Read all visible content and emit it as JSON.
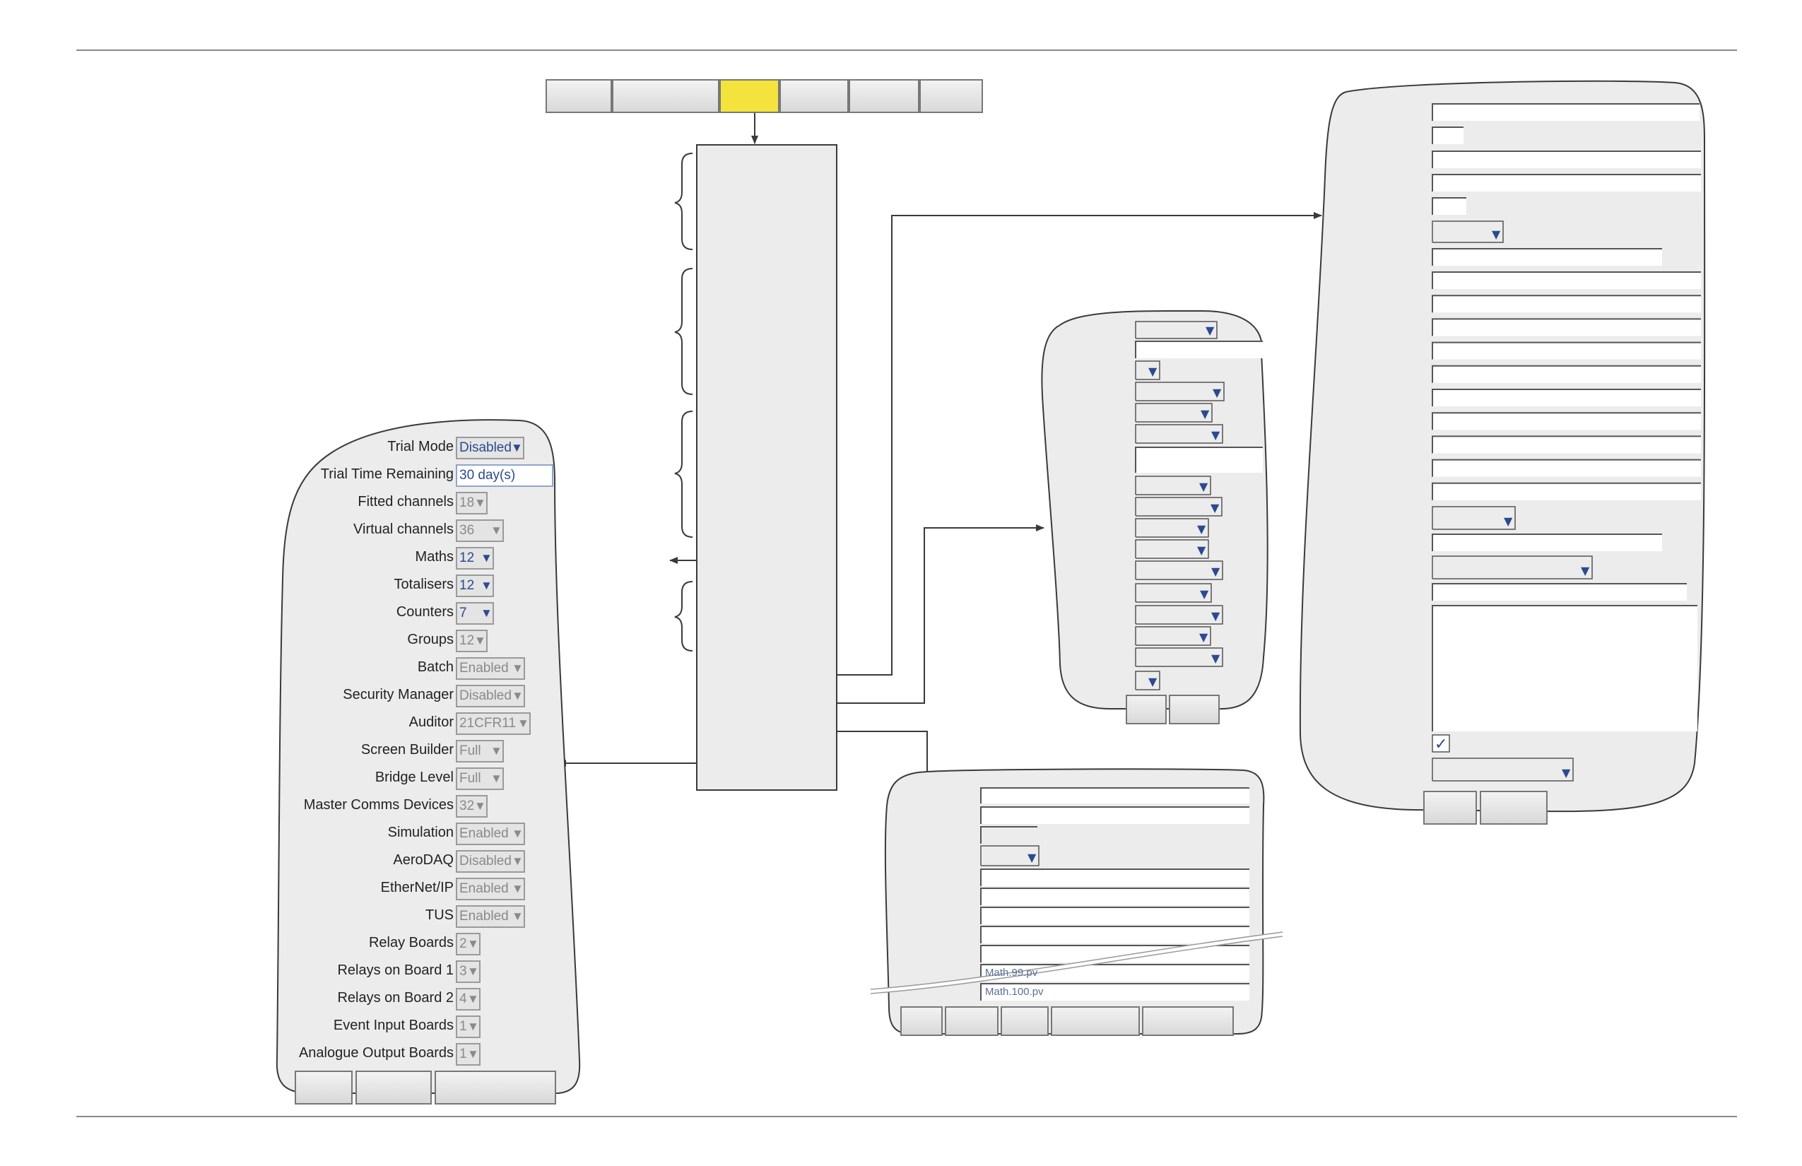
{
  "config_rows": [
    {
      "label": "Trial Mode",
      "value": "Disabled",
      "active": true,
      "dropdown": true
    },
    {
      "label": "Trial Time Remaining",
      "value": "30 day(s)",
      "active": true,
      "dropdown": false
    },
    {
      "label": "Fitted channels",
      "value": "18",
      "active": false,
      "dropdown": true
    },
    {
      "label": "Virtual channels",
      "value": "36",
      "active": false,
      "dropdown": true
    },
    {
      "label": "Maths",
      "value": "12",
      "active": true,
      "dropdown": true
    },
    {
      "label": "Totalisers",
      "value": "12",
      "active": true,
      "dropdown": true
    },
    {
      "label": "Counters",
      "value": "7",
      "active": true,
      "dropdown": true
    },
    {
      "label": "Groups",
      "value": "12",
      "active": false,
      "dropdown": true
    },
    {
      "label": "Batch",
      "value": "Enabled",
      "active": false,
      "dropdown": true
    },
    {
      "label": "Security Manager",
      "value": "Disabled",
      "active": false,
      "dropdown": true
    },
    {
      "label": "Auditor",
      "value": "21CFR11",
      "active": false,
      "dropdown": true
    },
    {
      "label": "Screen Builder",
      "value": "Full",
      "active": false,
      "dropdown": true
    },
    {
      "label": "Bridge Level",
      "value": "Full",
      "active": false,
      "dropdown": true
    },
    {
      "label": "Master Comms Devices",
      "value": "32",
      "active": false,
      "dropdown": true
    },
    {
      "label": "Simulation",
      "value": "Enabled",
      "active": false,
      "dropdown": true
    },
    {
      "label": "AeroDAQ",
      "value": "Disabled",
      "active": false,
      "dropdown": true
    },
    {
      "label": "EtherNet/IP",
      "value": "Enabled",
      "active": false,
      "dropdown": true
    },
    {
      "label": "TUS",
      "value": "Enabled",
      "active": false,
      "dropdown": true
    },
    {
      "label": "Relay Boards",
      "value": "2",
      "active": false,
      "dropdown": true
    },
    {
      "label": "Relays on Board 1",
      "value": "3",
      "active": false,
      "dropdown": true
    },
    {
      "label": "Relays on Board 2",
      "value": "4",
      "active": false,
      "dropdown": true
    },
    {
      "label": "Event Input Boards",
      "value": "1",
      "active": false,
      "dropdown": true
    },
    {
      "label": "Analogue Output Boards",
      "value": "1",
      "active": false,
      "dropdown": true
    }
  ],
  "math_items": [
    "Math.99.pv",
    "Math.100.pv"
  ],
  "glyphs": {
    "dropdown_arrow": "▼",
    "checkmark": "✓"
  },
  "colors": {
    "panel_fill": "#ececec",
    "outline": "#3a3a3a",
    "highlight_tab": "#f4e33c",
    "accent_blue": "#2b4a8f",
    "disabled_grey": "#8a8a8a"
  }
}
